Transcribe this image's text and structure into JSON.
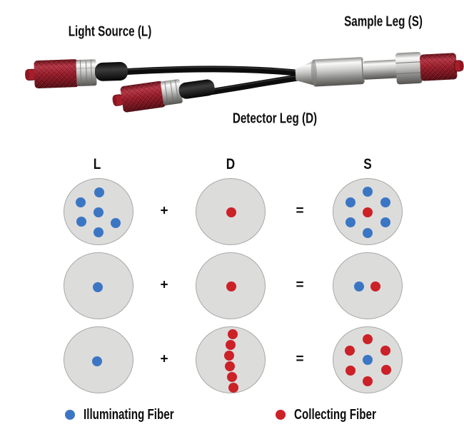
{
  "photo": {
    "labels": {
      "light_source": "Light Source (L)",
      "sample_leg": "Sample Leg (S)",
      "detector_leg": "Detector Leg (D)"
    }
  },
  "colors": {
    "illuminating": "#3b76c4",
    "collecting": "#cb2127",
    "face": "#dcdcdb",
    "face_border": "#a8a8a8"
  },
  "diagram": {
    "column_headers": [
      "L",
      "D",
      "S"
    ],
    "operators": {
      "plus": "+",
      "equals": "="
    },
    "rows": [
      {
        "L": [
          {
            "x": 0,
            "y": -28,
            "t": "I"
          },
          {
            "x": -26,
            "y": -14,
            "t": "I"
          },
          {
            "x": -1,
            "y": 0,
            "t": "I"
          },
          {
            "x": -25,
            "y": 13,
            "t": "I"
          },
          {
            "x": 23,
            "y": 15,
            "t": "I"
          },
          {
            "x": -1,
            "y": 28,
            "t": "I"
          }
        ],
        "D": [
          {
            "x": 0,
            "y": 0,
            "t": "C"
          }
        ],
        "S": [
          {
            "x": -1,
            "y": -29,
            "t": "I"
          },
          {
            "x": -25,
            "y": -14,
            "t": "I"
          },
          {
            "x": 24,
            "y": -14,
            "t": "I"
          },
          {
            "x": -1,
            "y": 0,
            "t": "C"
          },
          {
            "x": -25,
            "y": 14,
            "t": "I"
          },
          {
            "x": 24,
            "y": 14,
            "t": "I"
          },
          {
            "x": -1,
            "y": 29,
            "t": "I"
          }
        ]
      },
      {
        "L": [
          {
            "x": -2,
            "y": 1,
            "t": "I"
          }
        ],
        "D": [
          {
            "x": 0,
            "y": 0,
            "t": "C"
          }
        ],
        "S": [
          {
            "x": -13,
            "y": 0,
            "t": "I"
          },
          {
            "x": 10,
            "y": 0,
            "t": "C"
          }
        ]
      },
      {
        "L": [
          {
            "x": -3,
            "y": 1,
            "t": "I"
          }
        ],
        "D": [
          {
            "x": 2,
            "y": -37,
            "t": "C"
          },
          {
            "x": -1,
            "y": -22,
            "t": "C"
          },
          {
            "x": -3,
            "y": -7,
            "t": "C"
          },
          {
            "x": -2,
            "y": 8,
            "t": "C"
          },
          {
            "x": 1,
            "y": 23,
            "t": "C"
          },
          {
            "x": 3,
            "y": 38,
            "t": "C"
          }
        ],
        "S": [
          {
            "x": -1,
            "y": -30,
            "t": "C"
          },
          {
            "x": -26,
            "y": -14,
            "t": "C"
          },
          {
            "x": 24,
            "y": -14,
            "t": "C"
          },
          {
            "x": -1,
            "y": -1,
            "t": "I"
          },
          {
            "x": -25,
            "y": 14,
            "t": "C"
          },
          {
            "x": 25,
            "y": 13,
            "t": "C"
          },
          {
            "x": -1,
            "y": 29,
            "t": "C"
          }
        ]
      }
    ]
  },
  "legend": [
    {
      "label": "Illuminating Fiber",
      "type": "illuminating"
    },
    {
      "label": "Collecting Fiber",
      "type": "collecting"
    }
  ]
}
